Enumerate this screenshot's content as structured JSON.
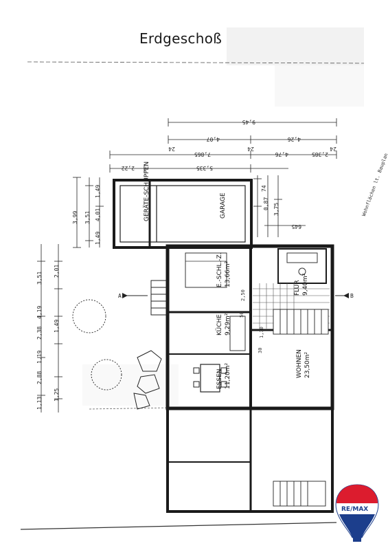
{
  "title": "Erdgeschoß",
  "rooms": {
    "geraete": "GERÄTE-SCHUPPEN",
    "garage": "GARAGE",
    "eschl_name": "E.-SCHL.-Z.",
    "eschl_area": "13,66m²",
    "kueche_name": "KÜCHE",
    "kueche_area": "9,29m²",
    "essen_name": "ESSEN",
    "essen_area": "11,20m²",
    "flur_name": "FLUR",
    "flur_area": "9,40m²",
    "wohnen_name": "WOHNEN",
    "wohnen_area": "23,50m²"
  },
  "dimensions": {
    "top_total": "9,45",
    "top_a": "4,07",
    "top_b": "4,26",
    "top_c": "7,865",
    "top_d": "4,76",
    "top_e": "2,385",
    "top_f": "5,335",
    "top_g": "2,22",
    "small_24a": "24",
    "small_24b": "24",
    "small_24c": "24",
    "left_399": "3,99",
    "left_351": "3,51",
    "left_401": "4,01",
    "left_149a": "1,49",
    "left_149b": "1,49",
    "left_351b": "3,51",
    "left_201": "2,01",
    "left_149c": "1,49",
    "left_238": "2,38",
    "left_288": "2,88",
    "left_419": "4,19",
    "left_119": "1,19",
    "left_125": "1,25",
    "left_113": "1,13",
    "right_375": "3,75",
    "right_087": "0,87",
    "right_074": "74",
    "right_645": "645",
    "marker_a": "A",
    "marker_b": "B",
    "mid_250": "2,50",
    "mid_050": "50",
    "mid_130": "1,30",
    "mid_030": "30"
  },
  "annotations": {
    "margin_note": "Wohnflächen lt. Bauplan"
  },
  "logo": {
    "text": "RE/MAX",
    "red": "#dc1c2e",
    "blue": "#1c3e8c",
    "white": "#ffffff"
  }
}
